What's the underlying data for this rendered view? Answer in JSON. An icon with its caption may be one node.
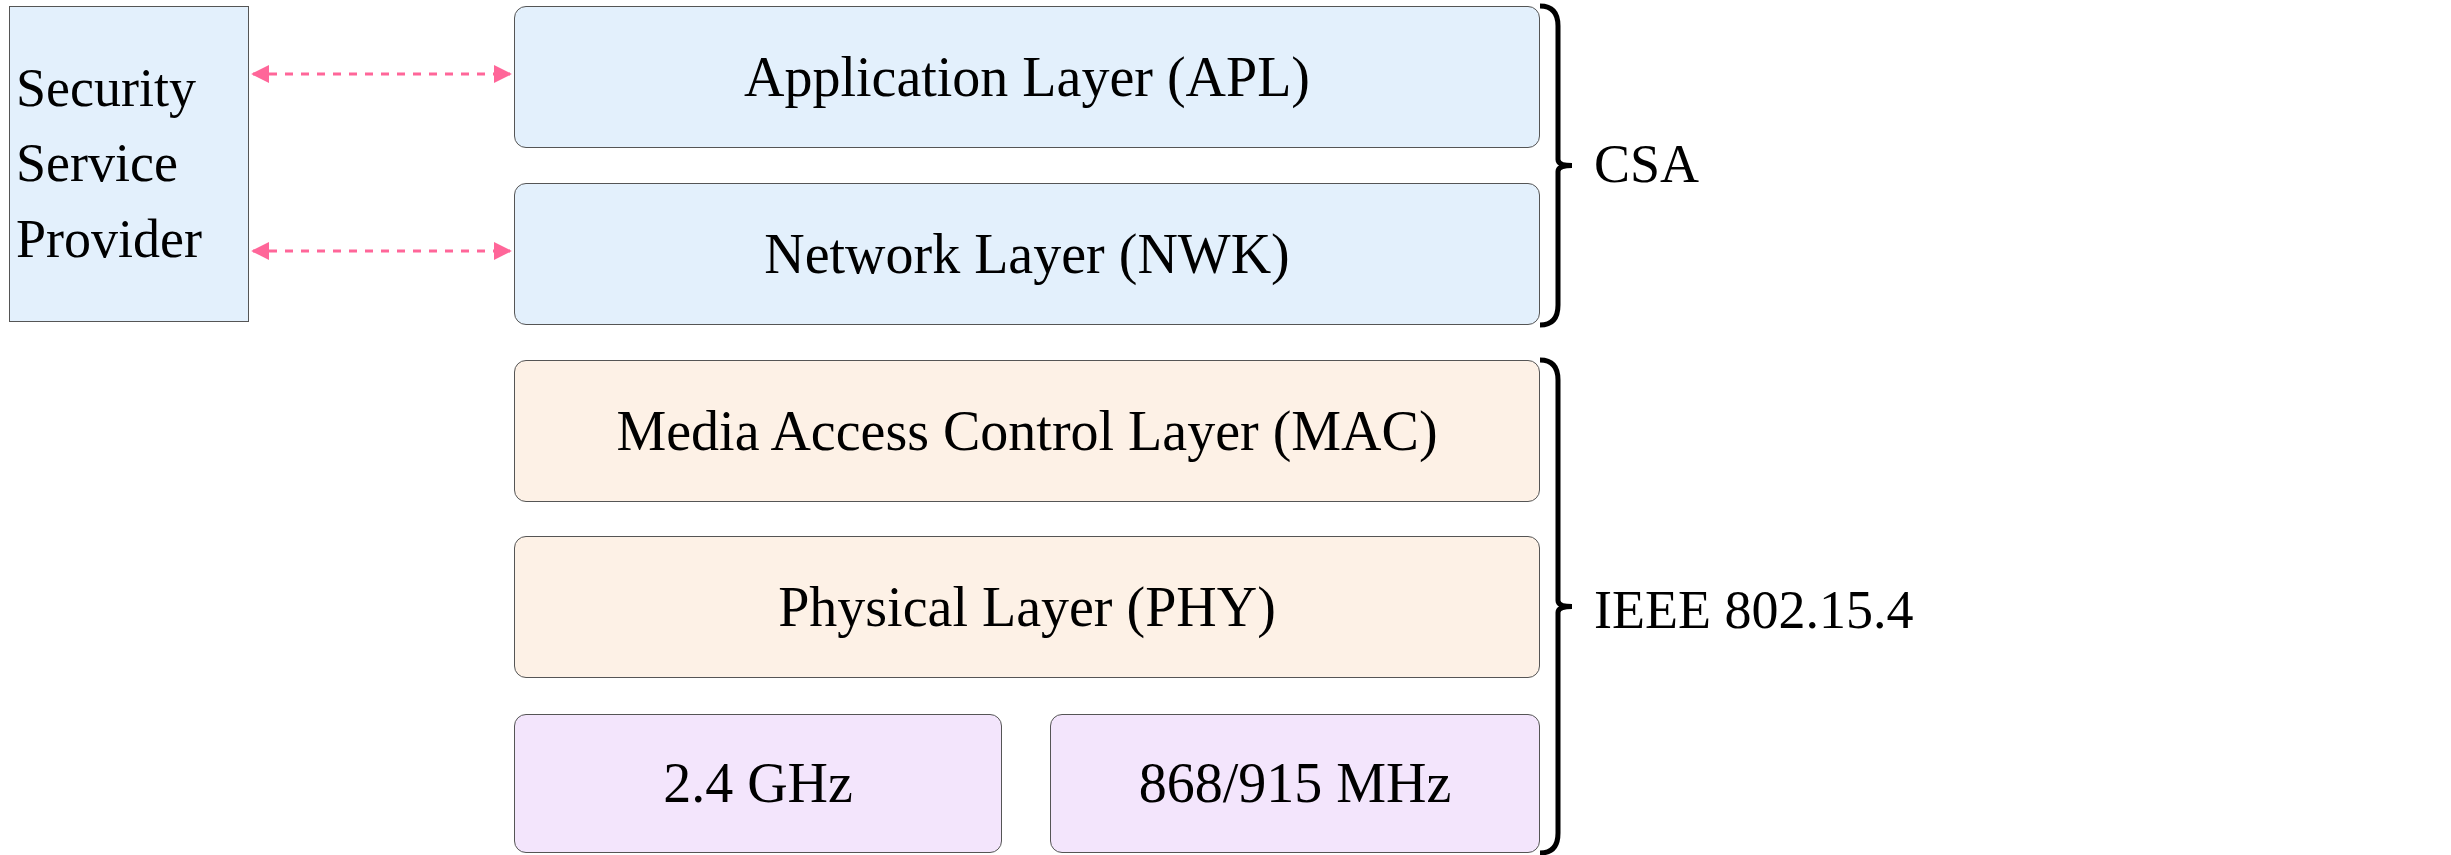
{
  "diagram": {
    "nodes": [
      {
        "text": [
          "Security Service Provider"
        ]
      },
      {
        "text": [
          "Application Layer (APL)"
        ]
      },
      {
        "text": [
          "Network Layer (NWK)"
        ]
      },
      {
        "text": [
          "Media Access Control Layer (MAC)"
        ]
      },
      {
        "text": [
          "Physical Layer (PHY)"
        ]
      },
      {
        "text": [
          "2.4 GHz"
        ]
      },
      {
        "text": [
          "868/915 MHz"
        ]
      }
    ],
    "edges": [
      {
        "from": 0,
        "to": 1,
        "arrow": "both",
        "style": "dashed",
        "color": "#ff6699"
      },
      {
        "from": 0,
        "to": 2,
        "arrow": "both",
        "style": "dashed",
        "color": "#ff6699"
      }
    ],
    "labels": [
      "CSA",
      "IEEE 802.15.4"
    ]
  }
}
